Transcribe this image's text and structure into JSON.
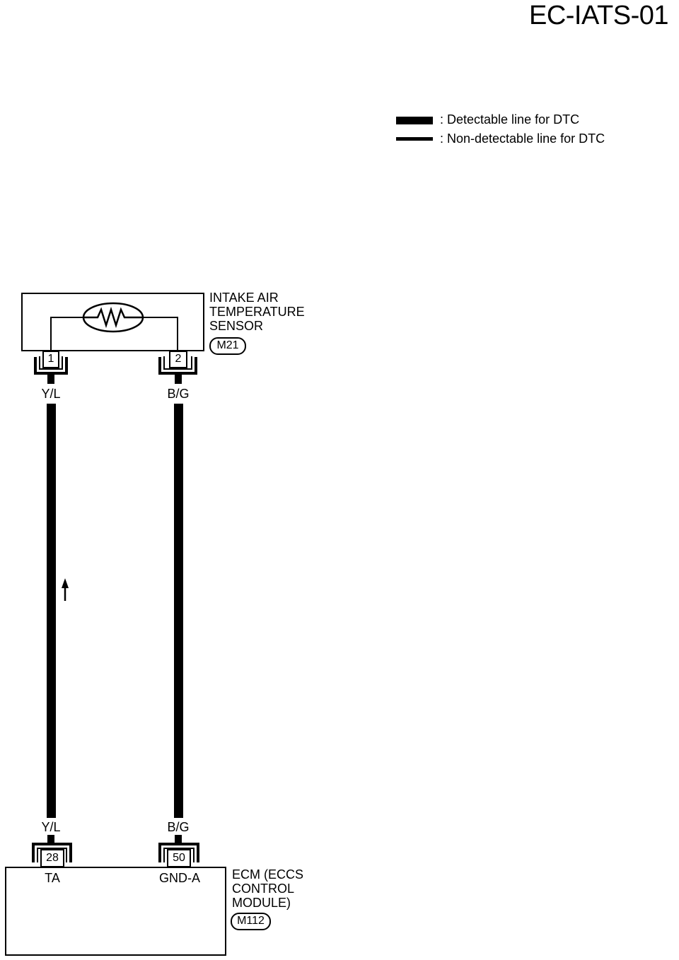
{
  "page_id": "EC-IATS-01",
  "legend": {
    "detectable": ": Detectable line for DTC",
    "non_detectable": ": Non-detectable line for DTC"
  },
  "sensor": {
    "name_line1": "INTAKE AIR",
    "name_line2": "TEMPERATURE",
    "name_line3": "SENSOR",
    "connector": "M21",
    "pin1": "1",
    "pin2": "2"
  },
  "wires": {
    "left_top_color": "Y/L",
    "right_top_color": "B/G",
    "left_bottom_color": "Y/L",
    "right_bottom_color": "B/G"
  },
  "ecm": {
    "name_line1": "ECM (ECCS",
    "name_line2": "CONTROL",
    "name_line3": "MODULE)",
    "connector": "M112",
    "pin_left": "28",
    "pin_right": "50",
    "terminal_left": "TA",
    "terminal_right": "GND-A"
  },
  "colors": {
    "line": "#000000",
    "background": "#ffffff"
  }
}
